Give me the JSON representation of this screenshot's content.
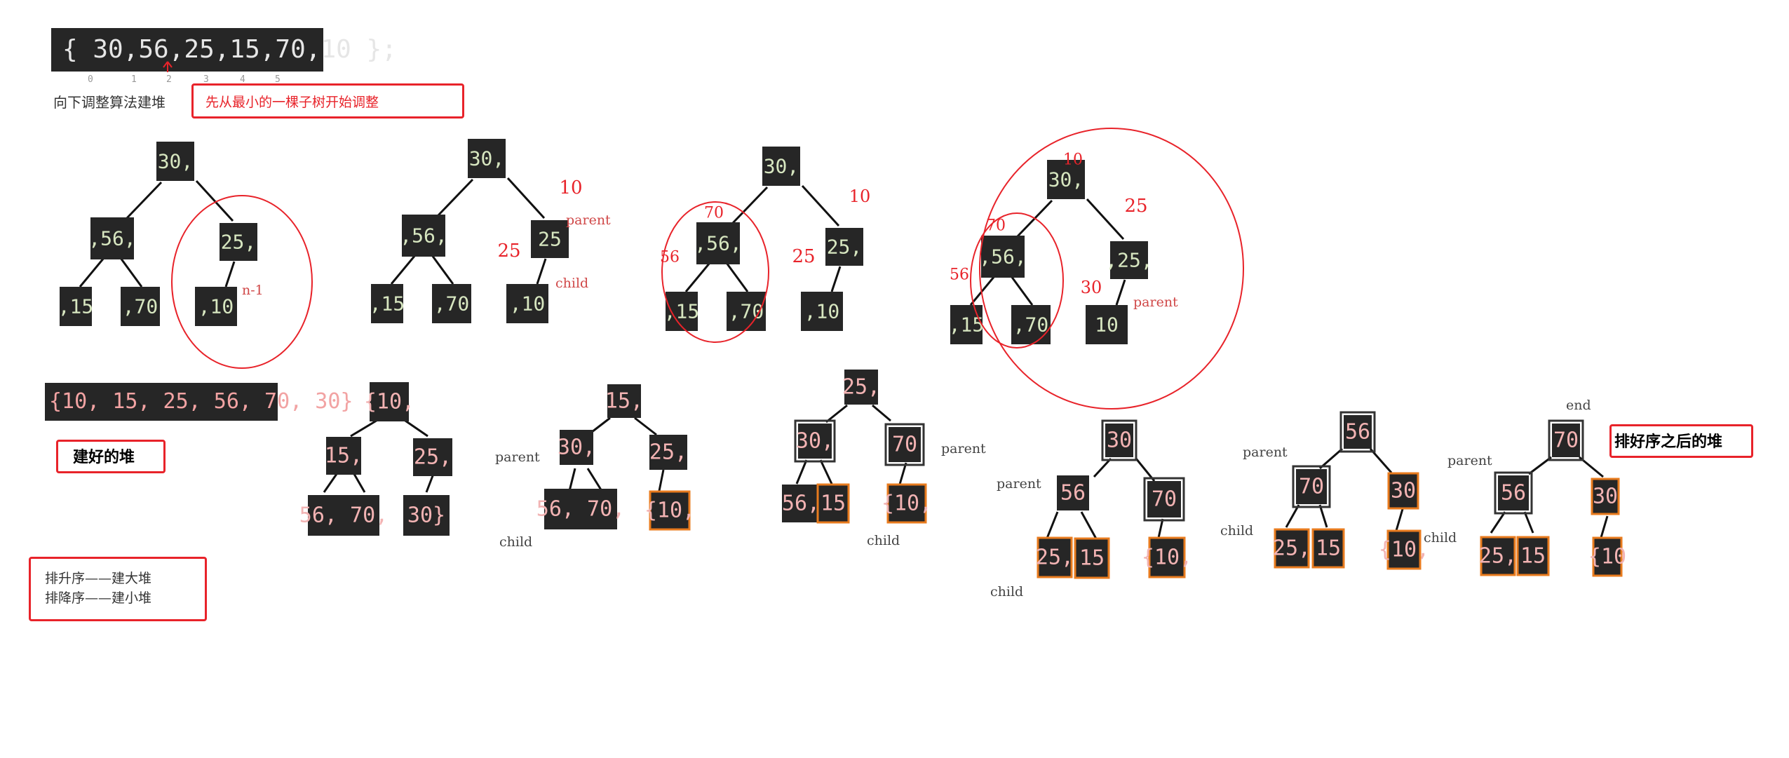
{
  "array_literal": "{ 30,56,25,15,70,10 };",
  "indices": [
    "0",
    "1",
    "2",
    "3",
    "4",
    "5"
  ],
  "algorithm_label": "向下调整算法建堆",
  "start_note": "先从最小的一棵子树开始调整",
  "result_array": "{10, 15, 25, 56, 70, 30}",
  "built_heap_label": "建好的堆",
  "sorted_heap_label": "排好序之后的堆",
  "rules": [
    "排升序——建大堆",
    "排降序——建小堆"
  ],
  "role_labels": {
    "parent": "parent",
    "child": "child",
    "n_minus_1": "n-1",
    "end": "end"
  },
  "colors": {
    "node_bg": "#262626",
    "node_text_build": "#d7e6c0",
    "node_text_sort": "#f2b3b3",
    "annotation_red": "#e8232a",
    "highlight_orange": "#e87b1e"
  },
  "build_trees": [
    {
      "nodes": [
        "30,",
        ",56,",
        "25,",
        ",15",
        ",70",
        ",10"
      ],
      "handwritten": []
    },
    {
      "nodes": [
        "30,",
        ",56,",
        "25",
        ",15",
        ",70",
        ",10"
      ],
      "handwritten": [
        "10",
        "25"
      ]
    },
    {
      "nodes": [
        "30,",
        ",56,",
        "25,",
        ",15",
        ",70",
        ",10"
      ],
      "handwritten": [
        "10",
        "70",
        "56",
        "25"
      ]
    },
    {
      "nodes": [
        "30,",
        ",56,",
        ",25,",
        ",15",
        ",70",
        "10"
      ],
      "handwritten": [
        "10",
        "25",
        "70",
        "56",
        "30"
      ]
    }
  ],
  "sort_trees": [
    {
      "nodes": [
        "{10,",
        "15,",
        "25,",
        "56, 70,",
        "30}"
      ]
    },
    {
      "nodes": [
        "15,",
        "30,",
        "25,",
        "56, 70,",
        "{10,"
      ]
    },
    {
      "nodes": [
        "25,",
        "30,",
        "70",
        "56,",
        "15",
        "{10,"
      ]
    },
    {
      "nodes": [
        "30",
        "56",
        "70",
        "25,",
        "15",
        "{10,"
      ]
    },
    {
      "nodes": [
        "56",
        "70",
        "30",
        "25,",
        "15",
        "{10,"
      ]
    },
    {
      "nodes": [
        "70",
        "56",
        "30",
        "25,",
        "15",
        "{10"
      ]
    }
  ]
}
